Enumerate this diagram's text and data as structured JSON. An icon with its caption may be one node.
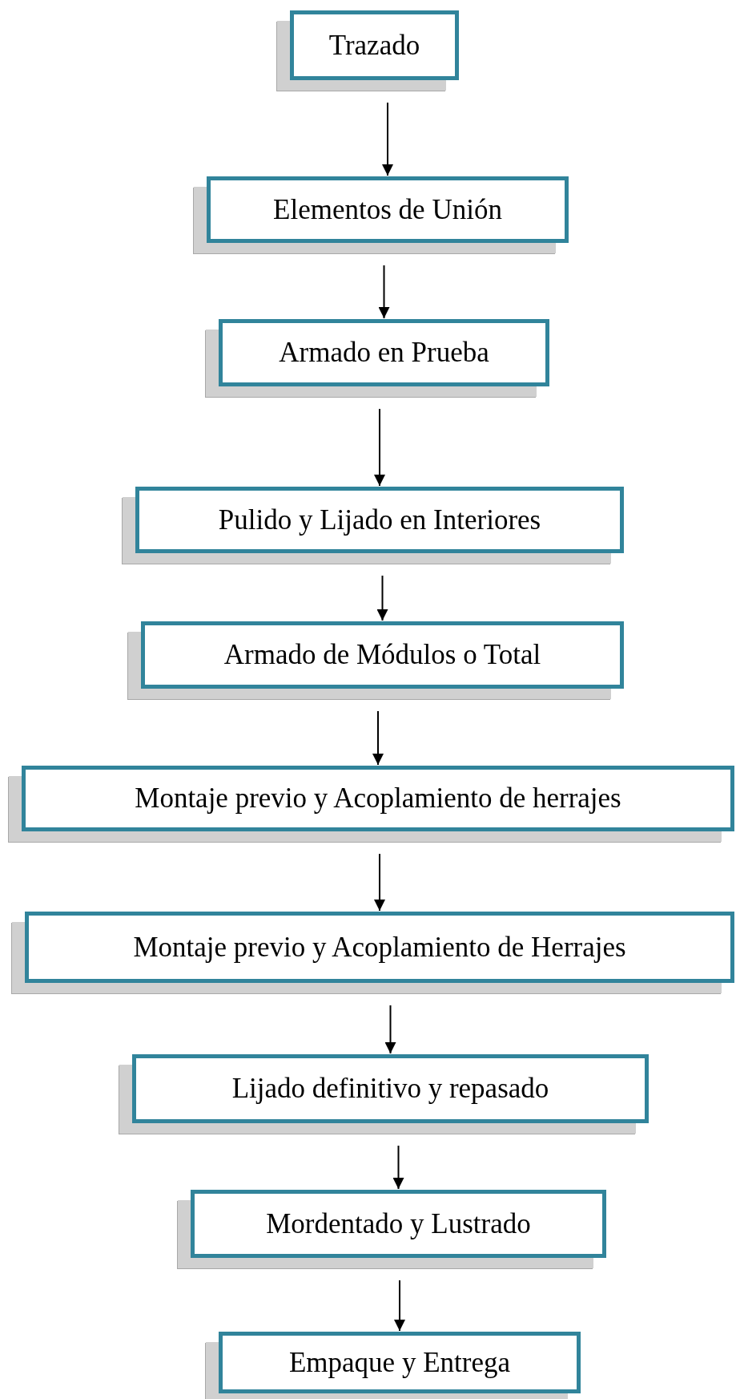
{
  "diagram": {
    "nodes": [
      {
        "text": [
          "Trazado"
        ]
      },
      {
        "text": [
          "Elementos de Unión"
        ]
      },
      {
        "text": [
          "Armado en Prueba"
        ]
      },
      {
        "text": [
          "Pulido y Lijado en Interiores"
        ]
      },
      {
        "text": [
          "Armado de Módulos o Total"
        ]
      },
      {
        "text": [
          "Montaje previo y Acoplamiento de herrajes"
        ]
      },
      {
        "text": [
          "Montaje previo y Acoplamiento de Herrajes"
        ]
      },
      {
        "text": [
          "Lijado definitivo y repasado"
        ]
      },
      {
        "text": [
          "Mordentado y Lustrado"
        ]
      },
      {
        "text": [
          "Empaque y Entrega"
        ]
      }
    ],
    "edges": [
      {
        "from": 0,
        "to": 1,
        "arrow": "to"
      },
      {
        "from": 1,
        "to": 2,
        "arrow": "to"
      },
      {
        "from": 2,
        "to": 3,
        "arrow": "to"
      },
      {
        "from": 3,
        "to": 4,
        "arrow": "to"
      },
      {
        "from": 4,
        "to": 5,
        "arrow": "to"
      },
      {
        "from": 5,
        "to": 6,
        "arrow": "to"
      },
      {
        "from": 6,
        "to": 7,
        "arrow": "to"
      },
      {
        "from": 7,
        "to": 8,
        "arrow": "to"
      },
      {
        "from": 8,
        "to": 9,
        "arrow": "to"
      }
    ]
  }
}
